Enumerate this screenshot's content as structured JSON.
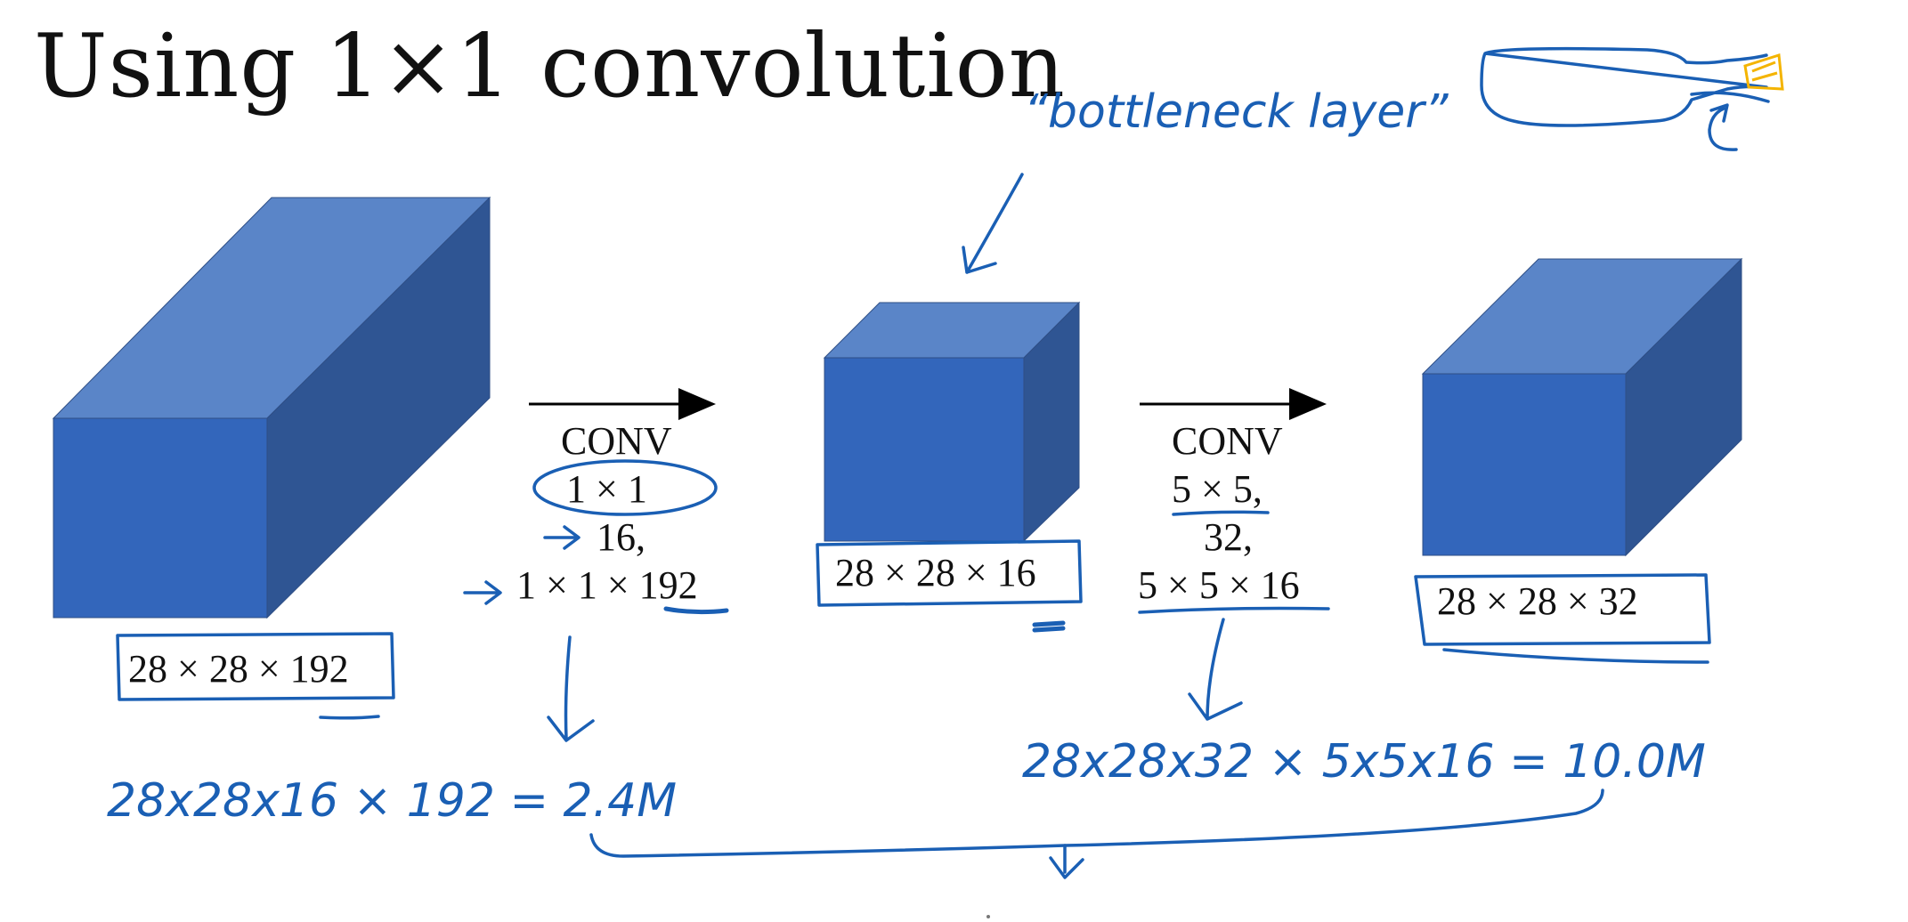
{
  "slide": {
    "title": "Using 1×1 convolution",
    "colors": {
      "cube_front": "#3366bb",
      "cube_top": "#5a85c8",
      "cube_side": "#2f5593",
      "ink": "#1a5fb4",
      "highlight": "#f4b400",
      "text": "#111111"
    }
  },
  "volumes": [
    {
      "label": "28 × 28 × 192"
    },
    {
      "label": "28 × 28 × 16"
    },
    {
      "label": "28 × 28 × 32"
    }
  ],
  "ops": [
    {
      "name": "CONV",
      "line1": "1 × 1",
      "line2": "16,",
      "line3": "1 × 1 × 192"
    },
    {
      "name": "CONV",
      "line1": "5 × 5,",
      "line2": "32,",
      "line3": "5 × 5 × 16"
    }
  ],
  "annotations": {
    "bottleneck": "“bottleneck layer”",
    "cost1": "28x28x16 × 192 = 2.4M",
    "cost2": "28x28x32 × 5x5x16 = 10.0M"
  }
}
